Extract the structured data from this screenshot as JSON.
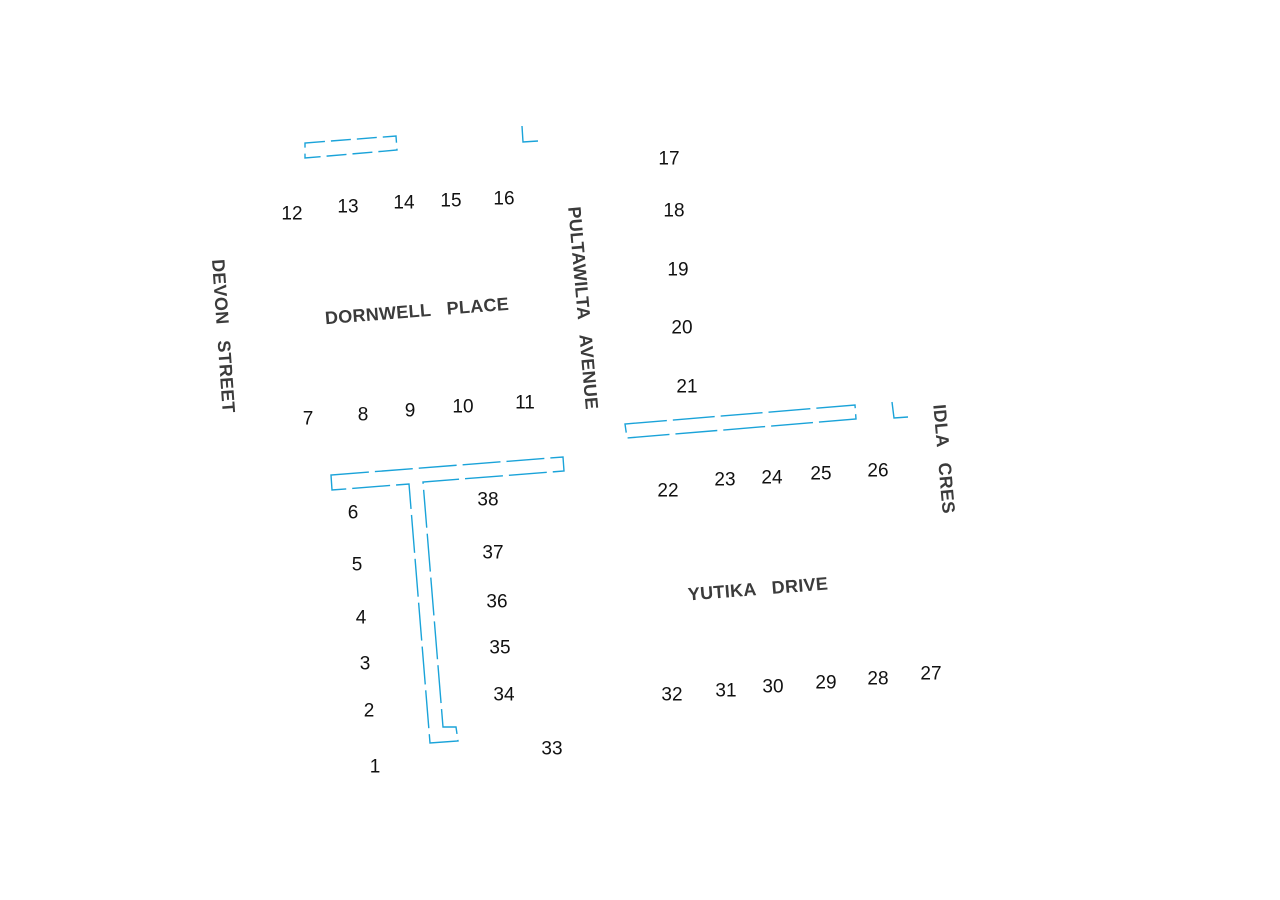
{
  "map": {
    "walkway_color": "#1aa3d9",
    "street_label_color": "#3b3b3b",
    "lot_label_color": "#111111",
    "streets": {
      "devon": "DEVON   STREET",
      "dornwell": "DORNWELL   PLACE",
      "pultawilta": "PULTAWILTA   AVENUE",
      "idla": "IDLA   CRES",
      "yutika": "YUTIKA   DRIVE"
    },
    "lots": {
      "l1": "1",
      "l2": "2",
      "l3": "3",
      "l4": "4",
      "l5": "5",
      "l6": "6",
      "l7": "7",
      "l8": "8",
      "l9": "9",
      "l10": "10",
      "l11": "11",
      "l12": "12",
      "l13": "13",
      "l14": "14",
      "l15": "15",
      "l16": "16",
      "l17": "17",
      "l18": "18",
      "l19": "19",
      "l20": "20",
      "l21": "21",
      "l22": "22",
      "l23": "23",
      "l24": "24",
      "l25": "25",
      "l26": "26",
      "l27": "27",
      "l28": "28",
      "l29": "29",
      "l30": "30",
      "l31": "31",
      "l32": "32",
      "l33": "33",
      "l34": "34",
      "l35": "35",
      "l36": "36",
      "l37": "37",
      "l38": "38"
    }
  }
}
